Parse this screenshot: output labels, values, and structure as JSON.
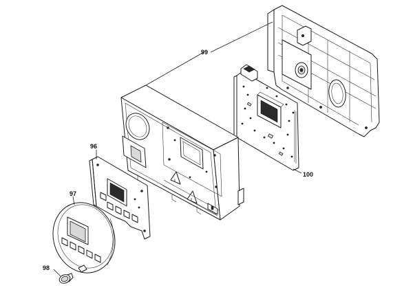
{
  "callouts": {
    "c99": "99",
    "c96": "96",
    "c97": "97",
    "c98": "98",
    "c100": "100"
  }
}
